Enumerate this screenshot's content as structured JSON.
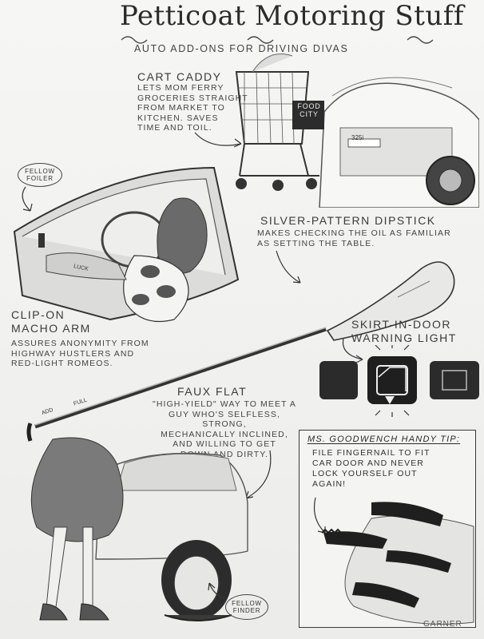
{
  "header": {
    "title": "Petticoat Motoring Stuff",
    "subtitle": "AUTO ADD-ONS FOR DRIVING DIVAS"
  },
  "cart_caddy": {
    "heading": "CART CADDY",
    "body": "LETS MOM FERRY\nGROCERIES STRAIGHT\nFROM MARKET TO\nKITCHEN. SAVES\nTIME AND TOIL.",
    "cart_sign": "FOOD\nCITY",
    "car_badge": "325i"
  },
  "fellow_foiler": {
    "label": "FELLOW\nFOILER"
  },
  "dipstick": {
    "heading": "SILVER-PATTERN DIPSTICK",
    "body": "MAKES CHECKING THE OIL AS FAMILIAR\nAS SETTING THE TABLE.",
    "mark_add": "ADD",
    "mark_full": "FULL"
  },
  "clip_on_arm": {
    "heading": "CLIP-ON\nMACHO ARM",
    "body": "ASSURES ANONYMITY FROM\nHIGHWAY HUSTLERS AND\nRED-LIGHT ROMEOS.",
    "tattoo": "LUCK"
  },
  "warning_light": {
    "heading": "SKIRT-IN-DOOR\nWARNING LIGHT"
  },
  "faux_flat": {
    "heading": "FAUX FLAT",
    "body": "\"HIGH-YIELD\" WAY TO MEET A\nGUY WHO'S SELFLESS, STRONG,\nMECHANICALLY INCLINED,\nAND WILLING TO GET\nDOWN AND DIRTY."
  },
  "tip": {
    "heading": "MS. GOODWENCH HANDY TIP:",
    "body": "FILE FINGERNAIL TO FIT\nCAR DOOR AND NEVER\nLOCK YOURSELF OUT\nAGAIN!"
  },
  "fellow_finder": {
    "label": "FELLOW\nFINDER"
  },
  "signature": "GARNER",
  "colors": {
    "ink": "#2a2a2a",
    "paper": "#f2f2f0"
  }
}
